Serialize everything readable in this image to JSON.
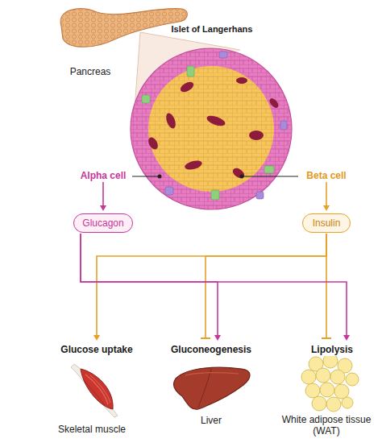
{
  "diagram": {
    "nodes": [
      {
        "text": [
          "Alpha cell"
        ]
      },
      {
        "text": [
          "Beta cell"
        ]
      },
      {
        "text": [
          "Glucagon"
        ]
      },
      {
        "text": [
          "Insulin"
        ]
      },
      {
        "text": [
          "Glucose uptake"
        ]
      },
      {
        "text": [
          "Gluconeogenesis"
        ]
      },
      {
        "text": [
          "Lipolysis"
        ]
      }
    ],
    "edges": [
      {
        "from": 0,
        "to": 2,
        "arrow": "to"
      },
      {
        "from": 1,
        "to": 3,
        "arrow": "to"
      },
      {
        "from": 3,
        "to": 4,
        "arrow": "to"
      },
      {
        "from": 3,
        "to": 5,
        "arrow": "to"
      },
      {
        "from": 3,
        "to": 6,
        "arrow": "to"
      },
      {
        "from": 2,
        "to": 5,
        "arrow": "to"
      },
      {
        "from": 2,
        "to": 6,
        "arrow": "to"
      }
    ],
    "labels": [
      "Pancreas",
      "Islet of Langerhans",
      "Skeletal muscle",
      "Liver",
      "White adipose tissue (WAT)"
    ]
  }
}
